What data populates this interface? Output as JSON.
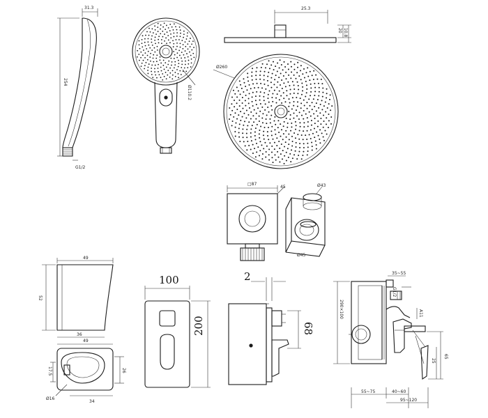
{
  "hand_shower_side": {
    "width_label": "31.3",
    "length_label": "254",
    "thread_label": "G1/2"
  },
  "hand_shower_front": {
    "face_label": "Ø110.2"
  },
  "rain_head_side": {
    "arm_label": "25.3",
    "height_label": "20",
    "plate_label": "10.8"
  },
  "rain_head_top": {
    "diameter_label": "Ø260"
  },
  "elbow_front": {
    "width_label": "□87",
    "depth_label": "45"
  },
  "elbow_persp": {
    "top_label": "Ø43",
    "bottom_label": "Ø45"
  },
  "holder_side": {
    "top_label": "49",
    "height_label": "52",
    "bottom_label": "36"
  },
  "holder_top": {
    "width_label": "49",
    "hole_label": "17.5",
    "depth_label": "26",
    "base_label": "34",
    "screw_label": "Ø16"
  },
  "trim_plate": {
    "width_label": "100",
    "height_label": "200"
  },
  "valve_side": {
    "gap_label": "2",
    "height_label": "68"
  },
  "valve_body": {
    "top_right_label": "35~55",
    "port_label": "G1/2",
    "diverter_label": "A11",
    "vertical_total_label": "290×100",
    "r1_label": "25",
    "r2_label": "65",
    "b1_label": "55~75",
    "b2_label": "40~60",
    "b3_label": "95~120"
  }
}
